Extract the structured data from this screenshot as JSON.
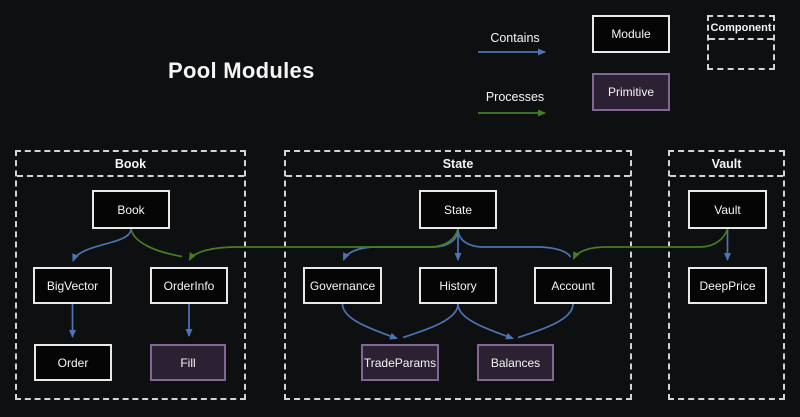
{
  "title": "Pool Modules",
  "legend": {
    "contains": "Contains",
    "processes": "Processes",
    "module": "Module",
    "primitive": "Primitive",
    "component": "Component"
  },
  "colors": {
    "background": "#0e0f11",
    "contains_arrow_blue": "#4c73b2",
    "processes_arrow_green": "#457d22",
    "module_fill": "#050505",
    "module_border": "#e9e9e9",
    "primitive_fill": "#2b2132",
    "primitive_border": "#826795",
    "container_dash": "#d4d4d4"
  },
  "containers": {
    "book": {
      "label": "Book"
    },
    "state": {
      "label": "State"
    },
    "vault": {
      "label": "Vault"
    }
  },
  "nodes": {
    "book": "Book",
    "bigvector": "BigVector",
    "orderinfo": "OrderInfo",
    "order": "Order",
    "fill": "Fill",
    "state": "State",
    "governance": "Governance",
    "history": "History",
    "account": "Account",
    "tradeparams": "TradeParams",
    "balances": "Balances",
    "vault": "Vault",
    "deepprice": "DeepPrice"
  },
  "edges": {
    "contains": [
      {
        "from": "Book",
        "to": "BigVector"
      },
      {
        "from": "BigVector",
        "to": "Order"
      },
      {
        "from": "OrderInfo",
        "to": "Fill"
      },
      {
        "from": "State",
        "to": "Governance"
      },
      {
        "from": "State",
        "to": "History"
      },
      {
        "from": "State",
        "to": "Account"
      },
      {
        "from": "Governance",
        "to": "TradeParams"
      },
      {
        "from": "History",
        "to": "TradeParams"
      },
      {
        "from": "History",
        "to": "Balances"
      },
      {
        "from": "Account",
        "to": "Balances"
      },
      {
        "from": "Vault",
        "to": "DeepPrice"
      }
    ],
    "processes": [
      {
        "from": "Book",
        "to": "OrderInfo"
      },
      {
        "from": "State",
        "to": "OrderInfo"
      },
      {
        "from": "Vault",
        "to": "Account"
      }
    ]
  }
}
